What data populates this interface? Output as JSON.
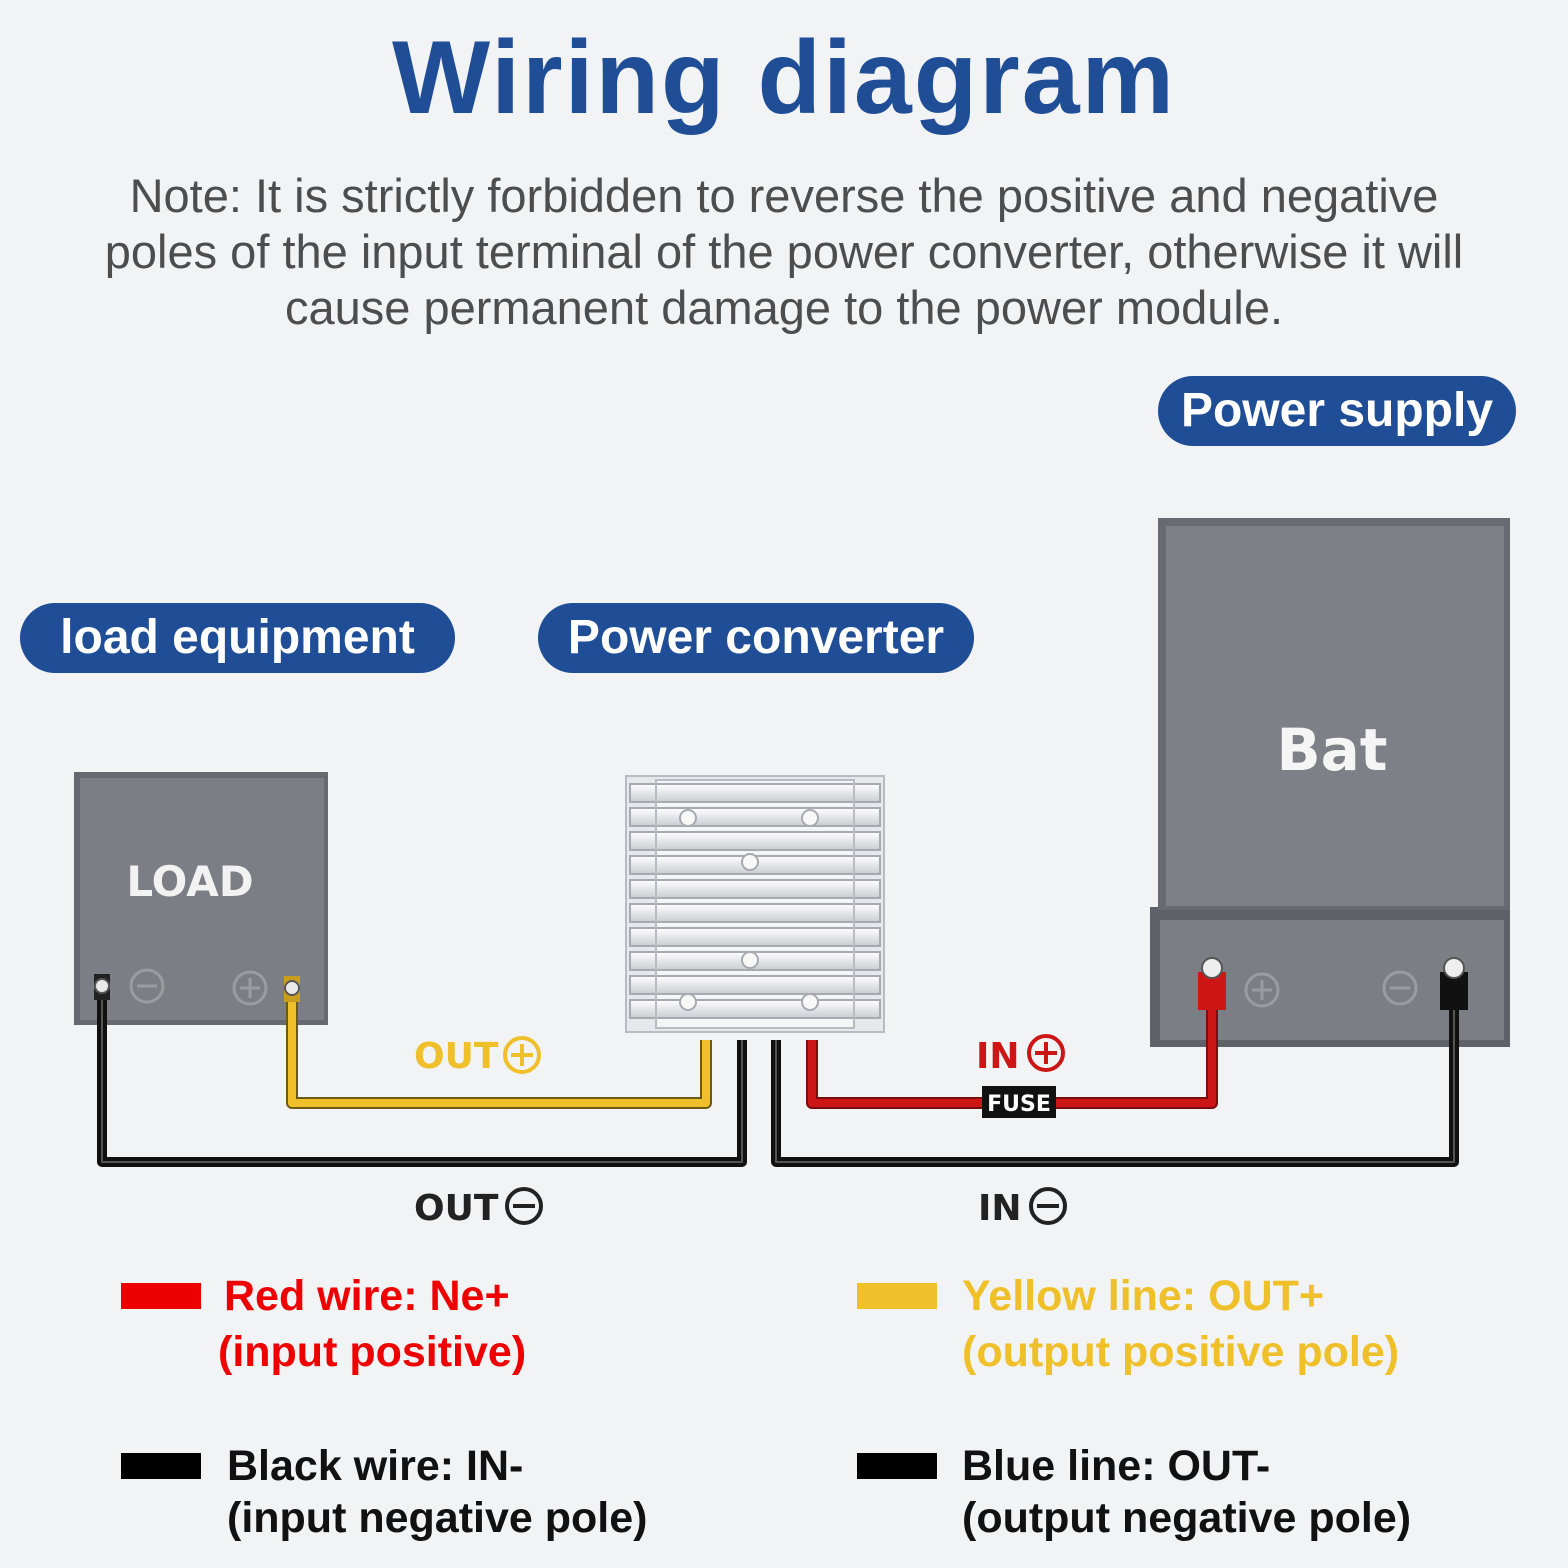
{
  "title": "Wiring diagram",
  "note": "Note: It is strictly forbidden to reverse the positive and negative poles of the input terminal of the power converter, otherwise it will cause permanent damage to the power module.",
  "labels": {
    "power_supply": "Power supply",
    "load_equipment": "load equipment",
    "power_converter": "Power converter"
  },
  "devices": {
    "load": "LOAD",
    "battery": "Bat",
    "fuse": "FUSE"
  },
  "terminals": {
    "out_plus": "OUT",
    "out_minus": "OUT",
    "in_plus": "IN",
    "in_minus": "IN"
  },
  "legend": {
    "red": {
      "line1": "Red wire: Ne+",
      "line2": "(input positive)",
      "color": "#ee0000"
    },
    "yellow": {
      "line1": "Yellow line: OUT+",
      "line2": "(output positive pole)",
      "color": "#efc02a"
    },
    "black": {
      "line1": "Black wire: IN-",
      "line2": "(input negative pole)",
      "color": "#000000"
    },
    "blue": {
      "line1": "Blue line: OUT-",
      "line2": "(output negative pole)",
      "color": "#000000"
    }
  }
}
